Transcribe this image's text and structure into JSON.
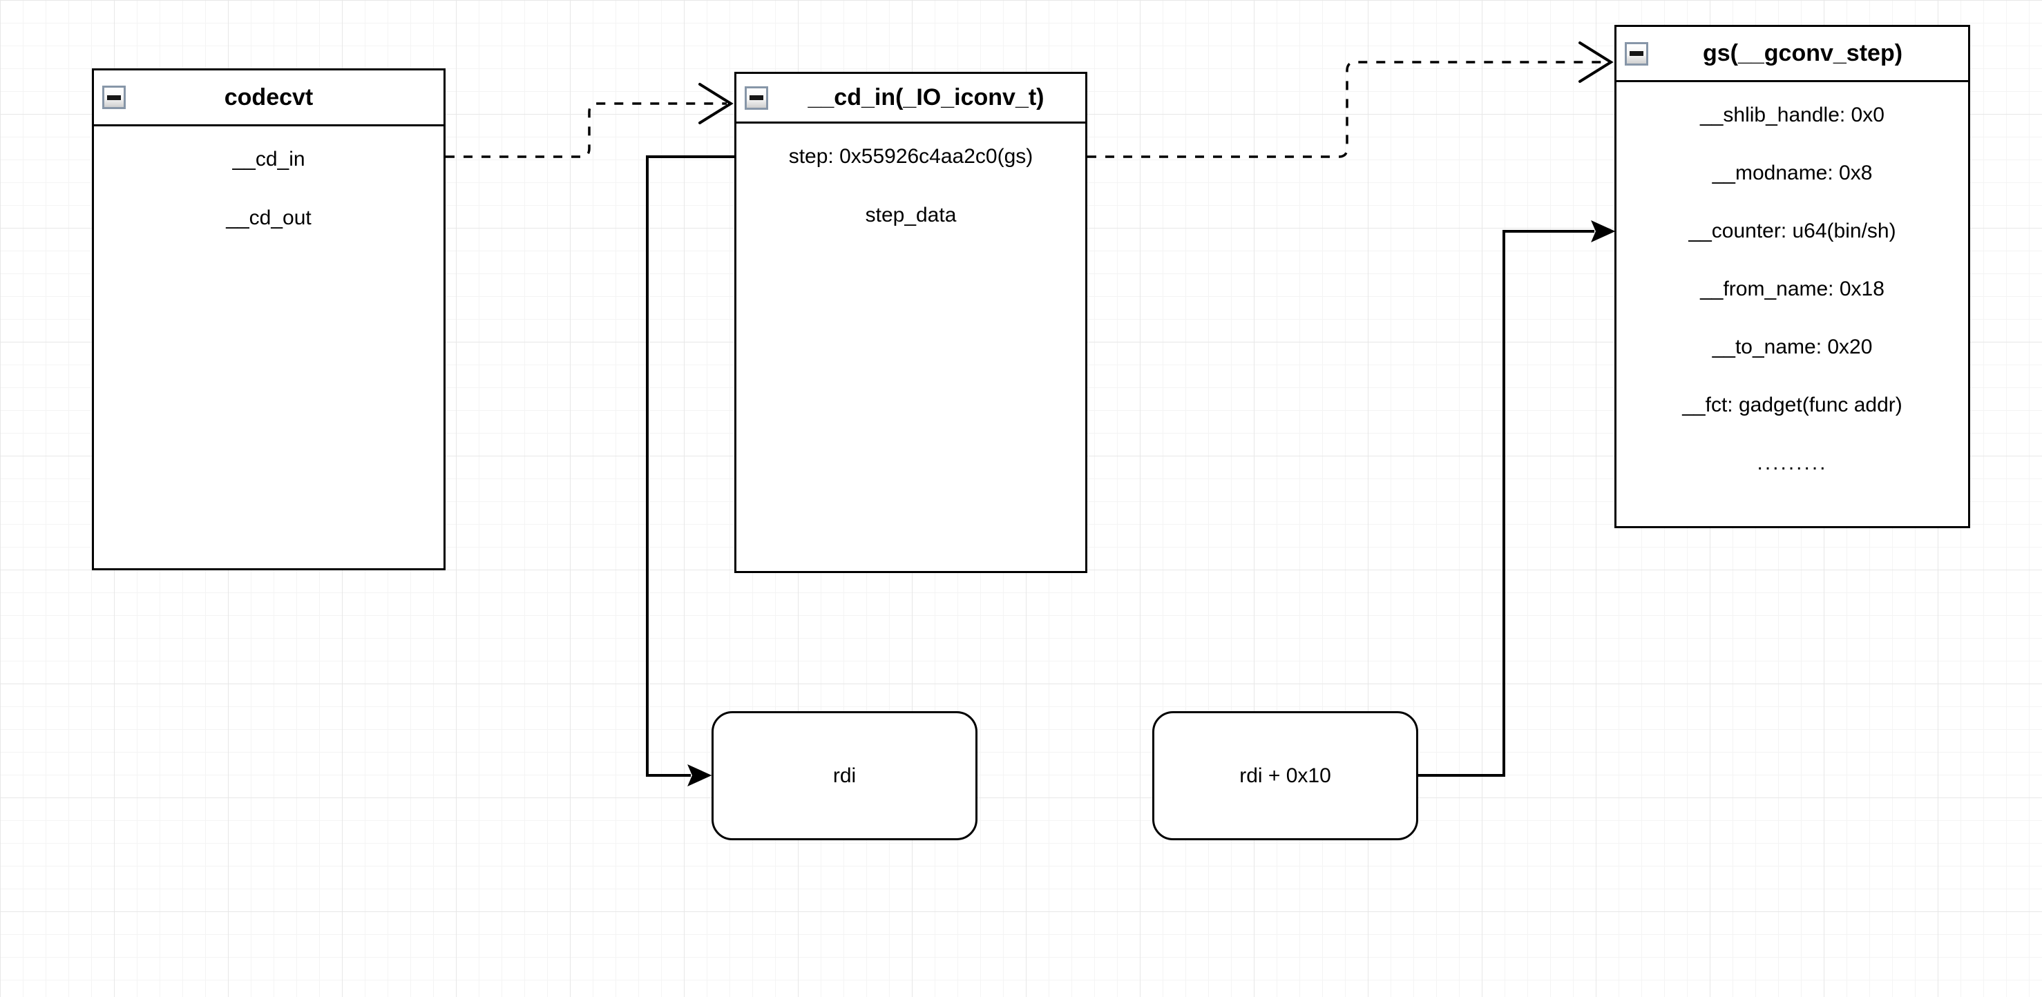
{
  "diagram": {
    "colors": {
      "stroke": "#000000",
      "shape_fill": "#ffffff",
      "grid_minor": "#f4f4f4",
      "grid_major": "#e7e7e7",
      "collapse_border": "#8796a8"
    },
    "nodes": {
      "codecvt": {
        "title": "codecvt",
        "fields": [
          "__cd_in",
          "__cd_out"
        ]
      },
      "cd_in": {
        "title": "__cd_in(_IO_iconv_t)",
        "fields": [
          "step: 0x55926c4aa2c0(gs)",
          "step_data"
        ]
      },
      "gconv_step": {
        "title": "gs(__gconv_step)",
        "fields": [
          "__shlib_handle: 0x0",
          "__modname: 0x8",
          "__counter: u64(bin/sh)",
          "__from_name: 0x18",
          "__to_name: 0x20",
          "__fct: gadget(func addr)",
          "........."
        ]
      },
      "rdi": {
        "label": "rdi"
      },
      "rdi_offset": {
        "label": "rdi + 0x10"
      }
    },
    "edges": [
      {
        "from": "codecvt.__cd_in",
        "to": "cd_in",
        "style": "dashed",
        "arrow": "open"
      },
      {
        "from": "cd_in.step",
        "to": "gconv_step",
        "style": "dashed",
        "arrow": "open"
      },
      {
        "from": "cd_in.step",
        "to": "rdi",
        "style": "solid",
        "arrow": "filled"
      },
      {
        "from": "rdi_offset",
        "to": "gconv_step.__counter",
        "style": "solid",
        "arrow": "filled"
      }
    ]
  }
}
